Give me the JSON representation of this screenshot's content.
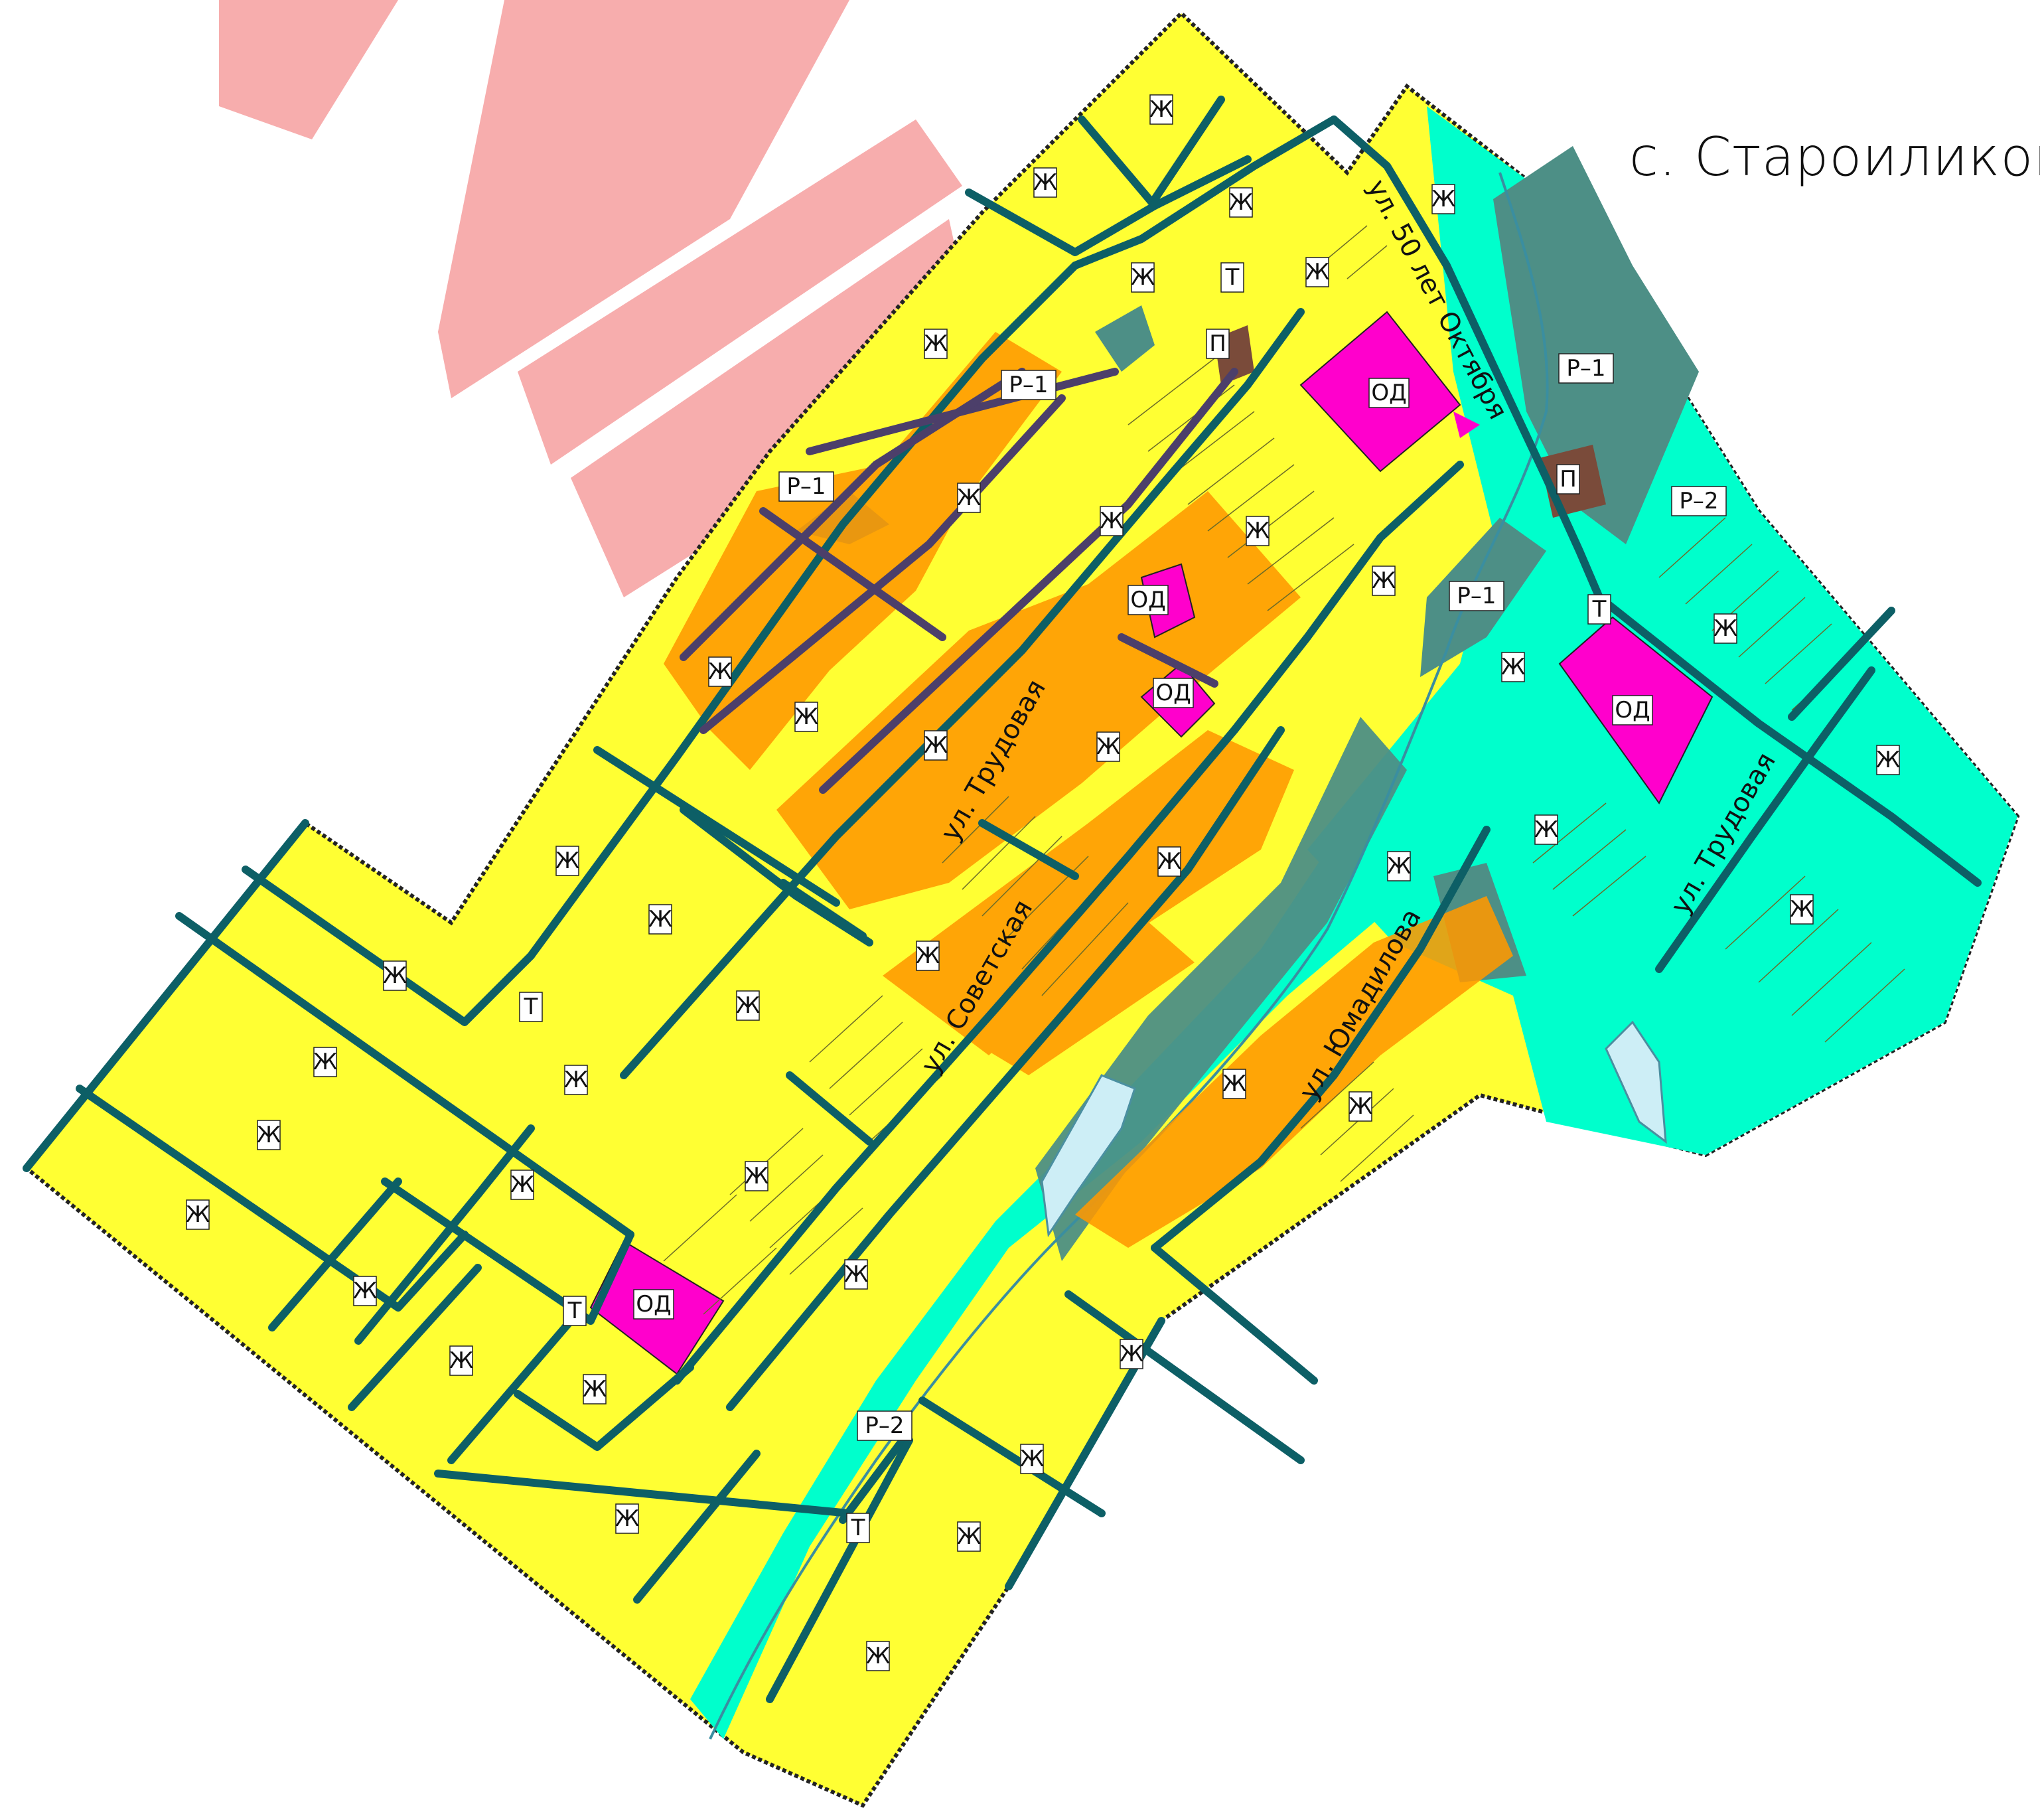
{
  "title": "с. Староиликово",
  "legend_colors": {
    "residential": "#ffff33",
    "public_business": "#ff00cc",
    "recreation_1": "#4d8f86",
    "recreation_2": "#00ffcc",
    "production": "#7a4b3a",
    "flood_zone": "#ff9900",
    "water": "#cdeef6",
    "road": "#0d5f66",
    "watermark": "#f7a9a9"
  },
  "streets": [
    {
      "id": "trudovaya-1",
      "name": "ул. Трудовая"
    },
    {
      "id": "sovetskaya",
      "name": "ул. Советская"
    },
    {
      "id": "50-let-oktyabrya",
      "name": "ул. 50 лет Октября"
    },
    {
      "id": "yumadilova",
      "name": "ул. Юмадилова"
    },
    {
      "id": "trudovaya-2",
      "name": "ул. Трудовая"
    }
  ],
  "zone_labels": {
    "residential": "Ж",
    "public": "ОД",
    "rec1": "Р–1",
    "rec2": "Р–2",
    "prod": "П",
    "transport": "Т"
  }
}
